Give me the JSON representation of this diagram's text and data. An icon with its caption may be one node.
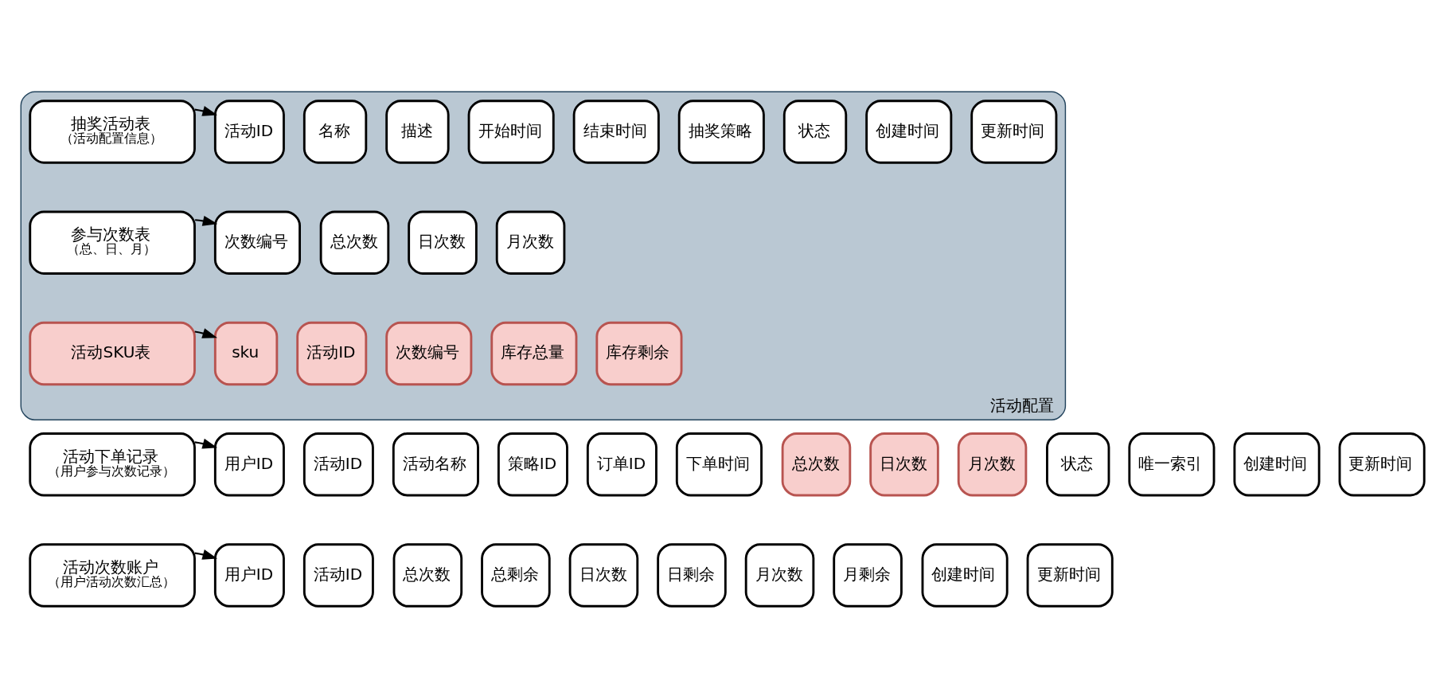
{
  "diagram": {
    "nodes": [
      {
        "text": [
          "活动配置"
        ]
      },
      {
        "text": [
          "抽奖活动表",
          "（活动配置信息）"
        ],
        "in": 0
      },
      {
        "text": [
          "活动ID"
        ],
        "in": 0
      },
      {
        "text": [
          "名称"
        ],
        "in": 0
      },
      {
        "text": [
          "描述"
        ],
        "in": 0
      },
      {
        "text": [
          "开始时间"
        ],
        "in": 0
      },
      {
        "text": [
          "结束时间"
        ],
        "in": 0
      },
      {
        "text": [
          "抽奖策略"
        ],
        "in": 0
      },
      {
        "text": [
          "状态"
        ],
        "in": 0
      },
      {
        "text": [
          "创建时间"
        ],
        "in": 0
      },
      {
        "text": [
          "更新时间"
        ],
        "in": 0
      },
      {
        "text": [
          "参与次数表",
          "（总、日、月）"
        ],
        "in": 0
      },
      {
        "text": [
          "次数编号"
        ],
        "in": 0
      },
      {
        "text": [
          "总次数"
        ],
        "in": 0
      },
      {
        "text": [
          "日次数"
        ],
        "in": 0
      },
      {
        "text": [
          "月次数"
        ],
        "in": 0
      },
      {
        "text": [
          "活动SKU表"
        ],
        "in": 0
      },
      {
        "text": [
          "sku"
        ],
        "in": 0
      },
      {
        "text": [
          "活动ID"
        ],
        "in": 0
      },
      {
        "text": [
          "次数编号"
        ],
        "in": 0
      },
      {
        "text": [
          "库存总量"
        ],
        "in": 0
      },
      {
        "text": [
          "库存剩余"
        ],
        "in": 0
      },
      {
        "text": [
          "活动下单记录",
          "（用户参与次数记录）"
        ]
      },
      {
        "text": [
          "用户ID"
        ]
      },
      {
        "text": [
          "活动ID"
        ]
      },
      {
        "text": [
          "活动名称"
        ]
      },
      {
        "text": [
          "策略ID"
        ]
      },
      {
        "text": [
          "订单ID"
        ]
      },
      {
        "text": [
          "下单时间"
        ]
      },
      {
        "text": [
          "总次数"
        ]
      },
      {
        "text": [
          "日次数"
        ]
      },
      {
        "text": [
          "月次数"
        ]
      },
      {
        "text": [
          "状态"
        ]
      },
      {
        "text": [
          "唯一索引"
        ]
      },
      {
        "text": [
          "创建时间"
        ]
      },
      {
        "text": [
          "更新时间"
        ]
      },
      {
        "text": [
          "活动次数账户",
          "（用户活动次数汇总）"
        ]
      },
      {
        "text": [
          "用户ID"
        ]
      },
      {
        "text": [
          "活动ID"
        ]
      },
      {
        "text": [
          "总次数"
        ]
      },
      {
        "text": [
          "总剩余"
        ]
      },
      {
        "text": [
          "日次数"
        ]
      },
      {
        "text": [
          "日剩余"
        ]
      },
      {
        "text": [
          "月次数"
        ]
      },
      {
        "text": [
          "月剩余"
        ]
      },
      {
        "text": [
          "创建时间"
        ]
      },
      {
        "text": [
          "更新时间"
        ]
      }
    ],
    "edges": [
      {
        "from": 1,
        "to": 2,
        "arrow": "to"
      },
      {
        "from": 11,
        "to": 12,
        "arrow": "to"
      },
      {
        "from": 16,
        "to": 17,
        "arrow": "to"
      },
      {
        "from": 22,
        "to": 23,
        "arrow": "to"
      },
      {
        "from": 36,
        "to": 37,
        "arrow": "to"
      }
    ]
  }
}
